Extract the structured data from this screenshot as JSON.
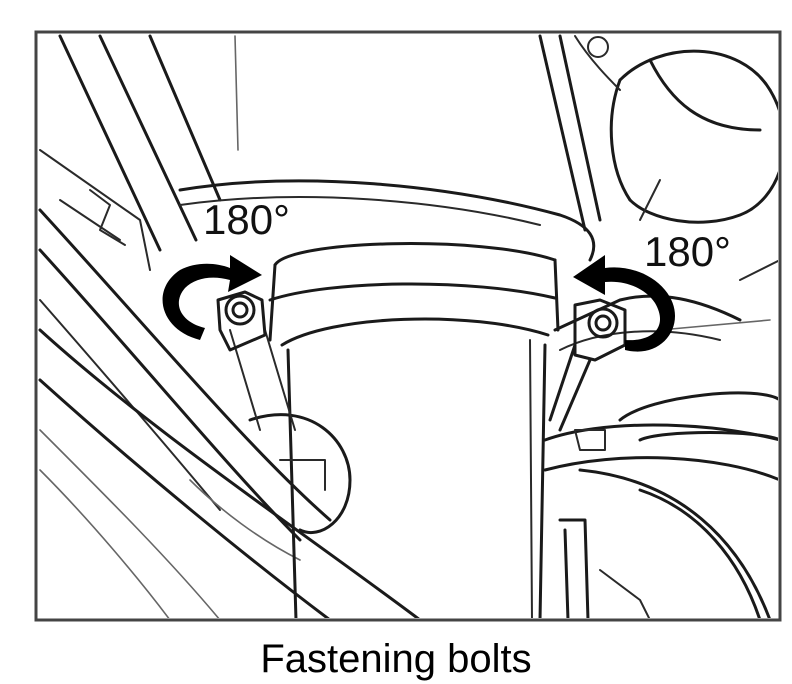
{
  "figure": {
    "left_angle_label": "180°",
    "right_angle_label": "180°",
    "caption": "Fastening bolts",
    "colors": {
      "ink": "#1a1a1a",
      "frame": "#444444",
      "background": "#ffffff"
    }
  }
}
